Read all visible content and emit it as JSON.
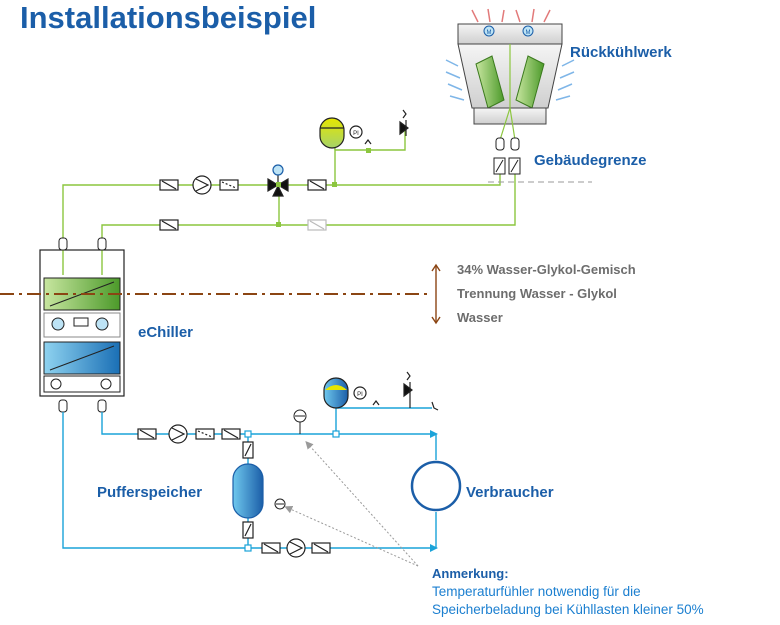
{
  "title": "Installationsbeispiel",
  "labels": {
    "cooling_tower": "Rückkühlwerk",
    "building_boundary": "Gebäudegrenze",
    "chiller": "eChiller",
    "buffer": "Pufferspeicher",
    "consumer": "Verbraucher"
  },
  "legend": {
    "glycol": "34% Wasser-Glykol-Gemisch",
    "separation": "Trennung Wasser - Glykol",
    "water": "Wasser"
  },
  "note": {
    "title": "Anmerkung:",
    "line1": "Temperaturfühler notwendig für die",
    "line2": "Speicherbeladung bei Kühllasten kleiner 50%"
  },
  "symbols": {
    "pressure": "PI",
    "motor": "M"
  },
  "colors": {
    "glycol_line": "#8cc63f",
    "water_line": "#1aa3d9",
    "water_dark": "#1b5ea8",
    "separation_line": "#8b4513",
    "accent_blue": "#1b5ea8",
    "label_grey": "#6d6d6d"
  }
}
